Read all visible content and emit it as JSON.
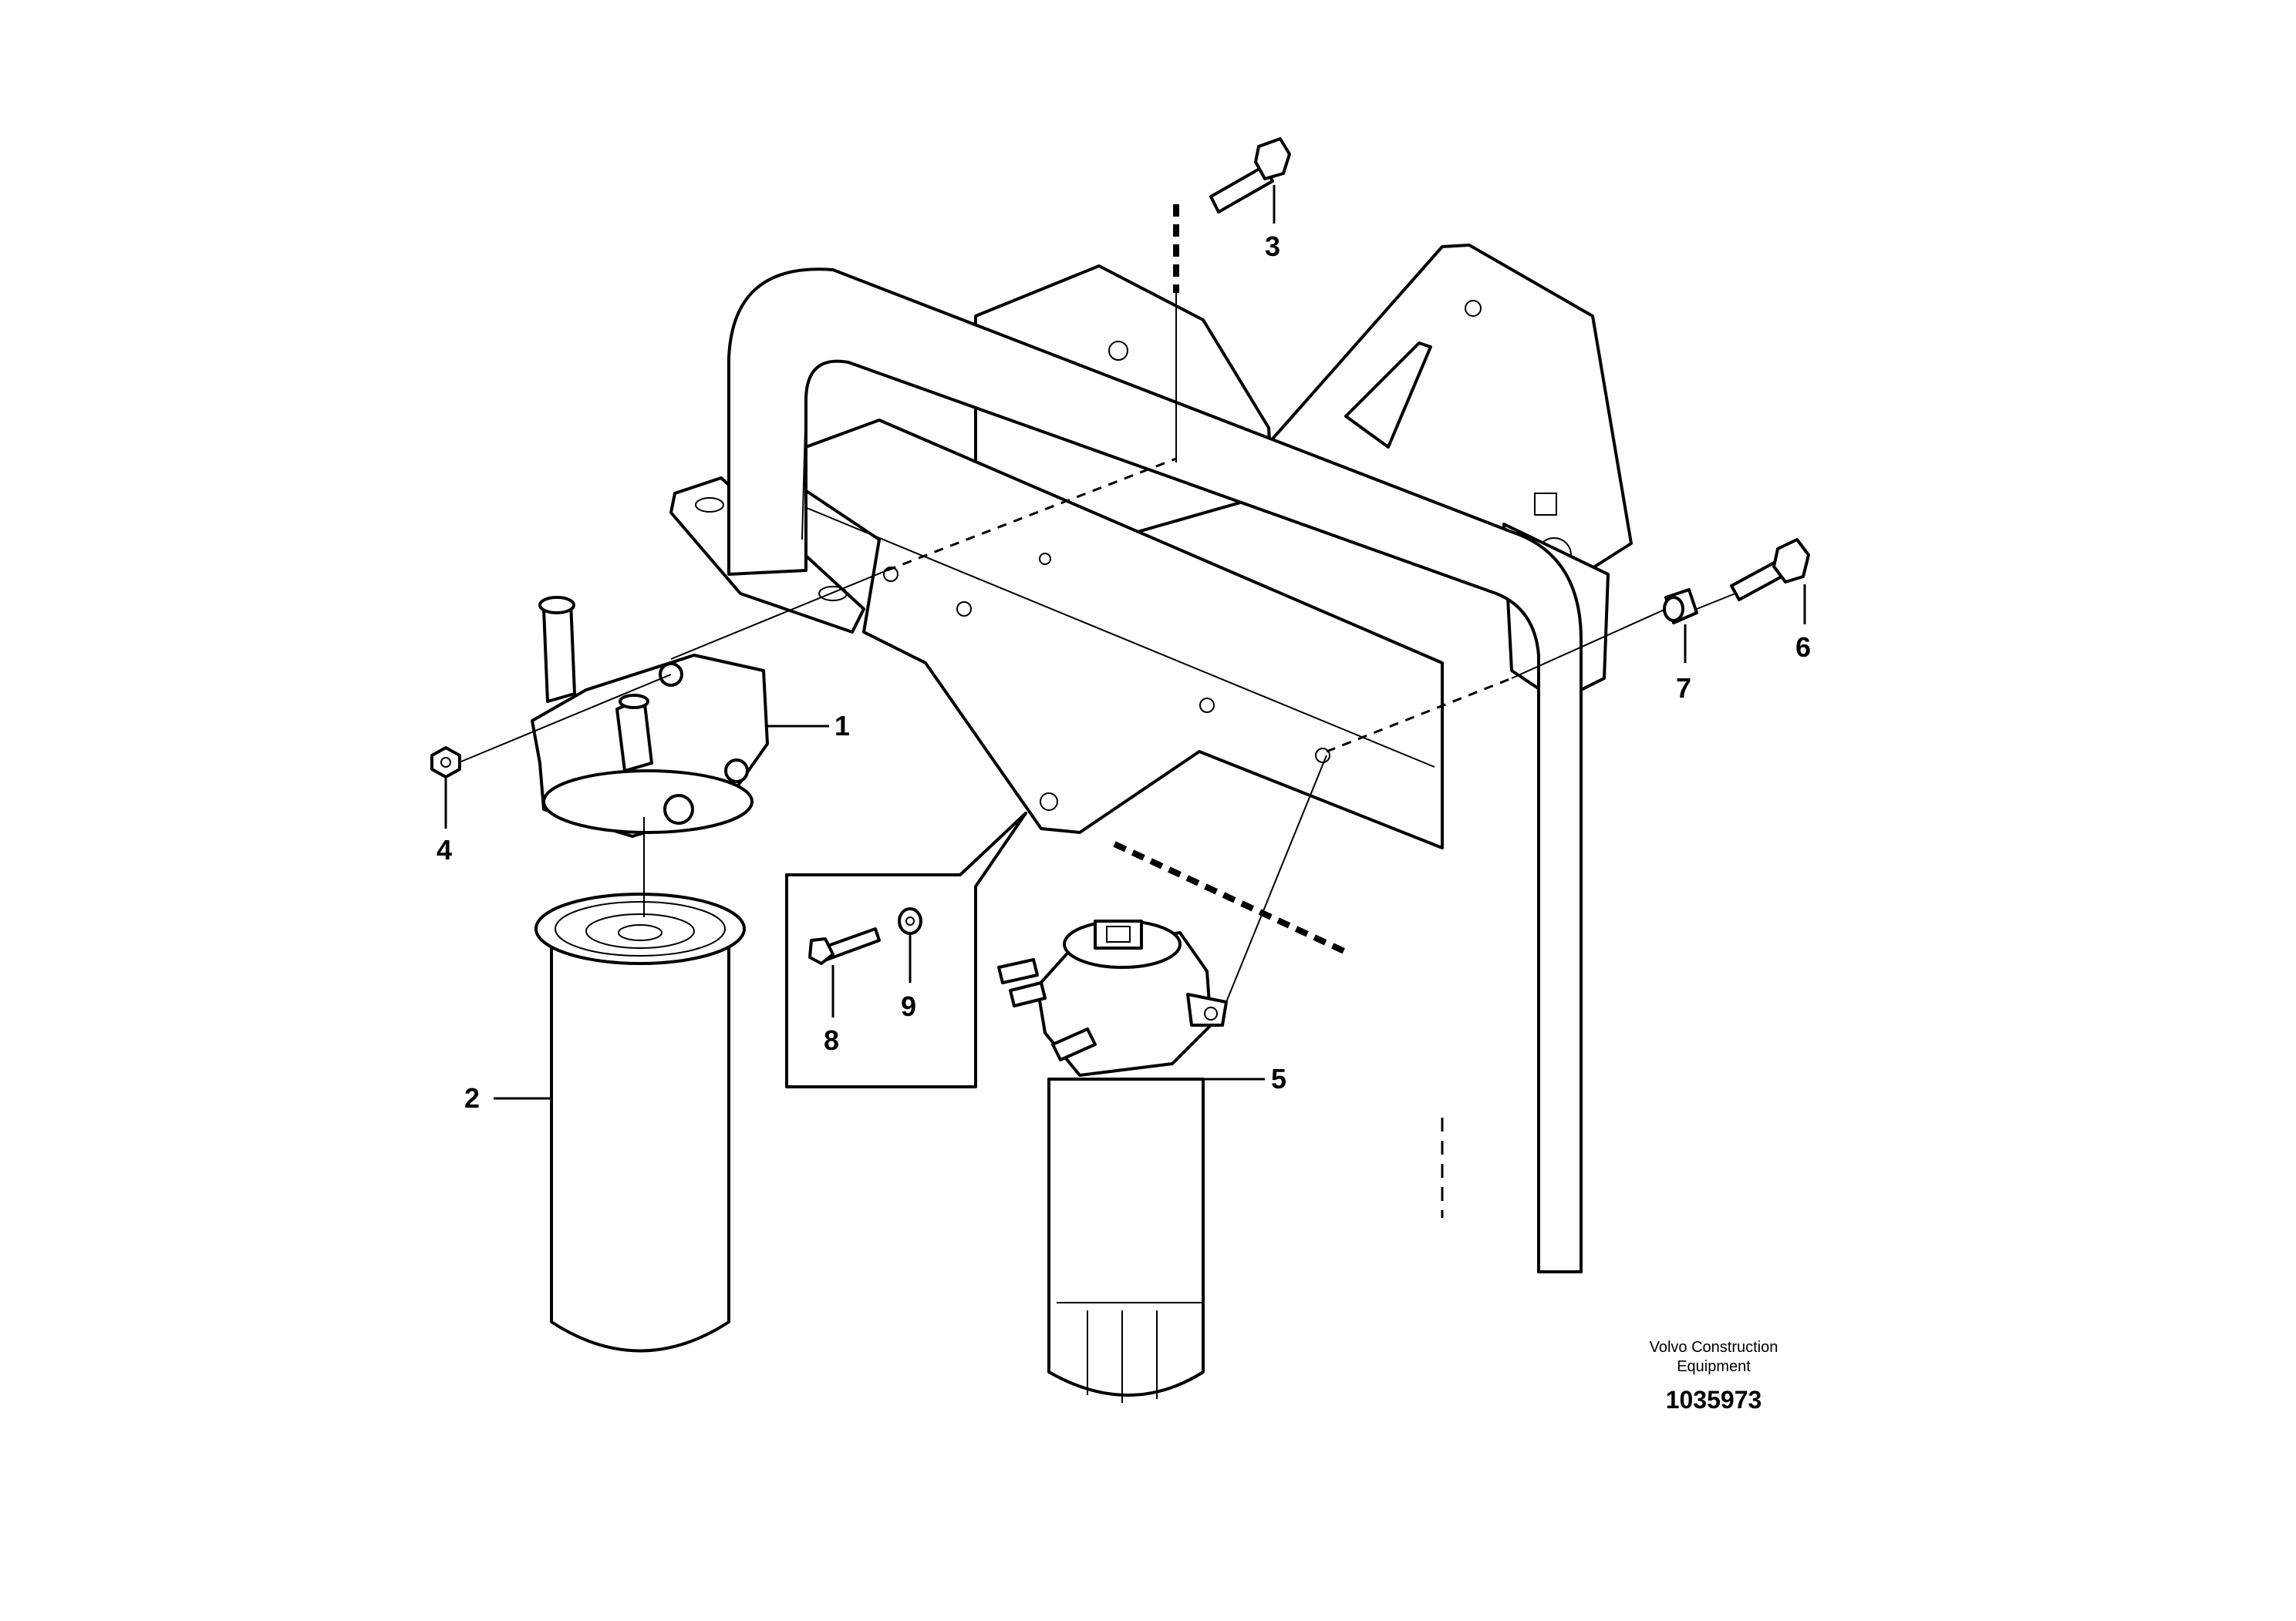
{
  "callouts": {
    "c1": "1",
    "c2": "2",
    "c3": "3",
    "c4": "4",
    "c5": "5",
    "c6": "6",
    "c7": "7",
    "c8": "8",
    "c9": "9"
  },
  "footer": {
    "brand_line1": "Volvo Construction",
    "brand_line2": "Equipment",
    "document_number": "1035973"
  }
}
